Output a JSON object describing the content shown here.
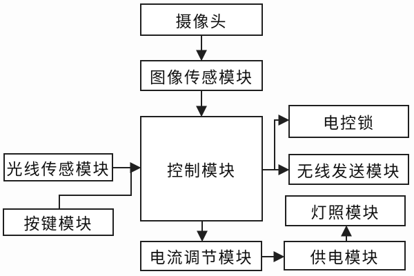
{
  "diagram": {
    "type": "block-flowchart",
    "background_color": "#ffffff",
    "line_color": "#1f1f1f",
    "box_fill_color": "#ffffff",
    "text_color": "#101010"
  },
  "nodes": {
    "camera": {
      "label": "摄像头"
    },
    "image_sensor": {
      "label": "图像传感模块"
    },
    "control": {
      "label": "控制模块"
    },
    "light_sensor": {
      "label": "光线传感模块"
    },
    "key_button": {
      "label": "按键模块"
    },
    "electric_lock": {
      "label": "电控锁"
    },
    "wireless_sender": {
      "label": "无线发送模块"
    },
    "lighting": {
      "label": "灯照模块"
    },
    "power_supply": {
      "label": "供电模块"
    },
    "current_regulator": {
      "label": "电流调节模块"
    }
  },
  "edges": [
    {
      "from": "摄像头",
      "to": "图像传感模块",
      "arrow": true
    },
    {
      "from": "图像传感模块",
      "to": "控制模块",
      "arrow": true
    },
    {
      "from": "光线传感模块",
      "to": "控制模块",
      "arrow": true
    },
    {
      "from": "按键模块",
      "to": "控制模块",
      "arrow": true
    },
    {
      "from": "控制模块",
      "to": "电控锁",
      "arrow": true
    },
    {
      "from": "控制模块",
      "to": "无线发送模块",
      "arrow": true
    },
    {
      "from": "控制模块",
      "to": "电流调节模块",
      "arrow": true
    },
    {
      "from": "电流调节模块",
      "to": "供电模块",
      "arrow": true
    },
    {
      "from": "供电模块",
      "to": "灯照模块",
      "arrow": true
    }
  ]
}
